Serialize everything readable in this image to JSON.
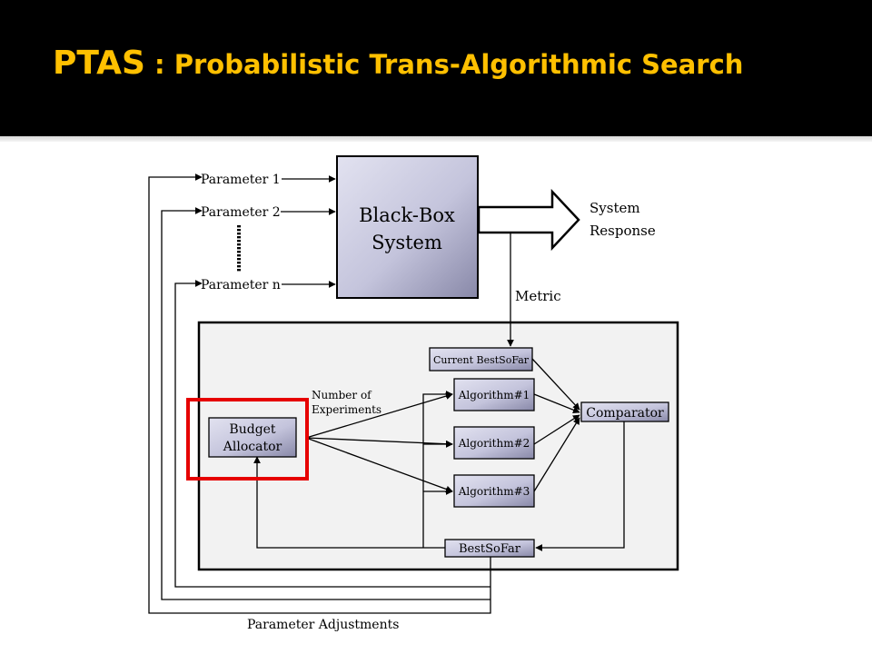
{
  "slide": {
    "title_main": "PTAS",
    "title_sub": " : Probabilistic Trans-Algorithmic Search"
  },
  "diagram": {
    "parameters": [
      "Parameter 1",
      "Parameter 2",
      "Parameter n"
    ],
    "black_box": [
      "Black-Box",
      "System"
    ],
    "system_response": [
      "System",
      "Response"
    ],
    "metric_label": "Metric",
    "current_best": "Current BestSoFar",
    "algorithms": [
      "Algorithm#1",
      "Algorithm#2",
      "Algorithm#3"
    ],
    "comparator": "Comparator",
    "budget_allocator": [
      "Budget",
      "Allocator"
    ],
    "num_experiments": [
      "Number of",
      "Experiments"
    ],
    "best_so_far": "BestSoFar",
    "parameter_adjustments": "Parameter Adjustments",
    "highlight_color": "#e60000",
    "box_fill_color": "#c0c0d8"
  }
}
